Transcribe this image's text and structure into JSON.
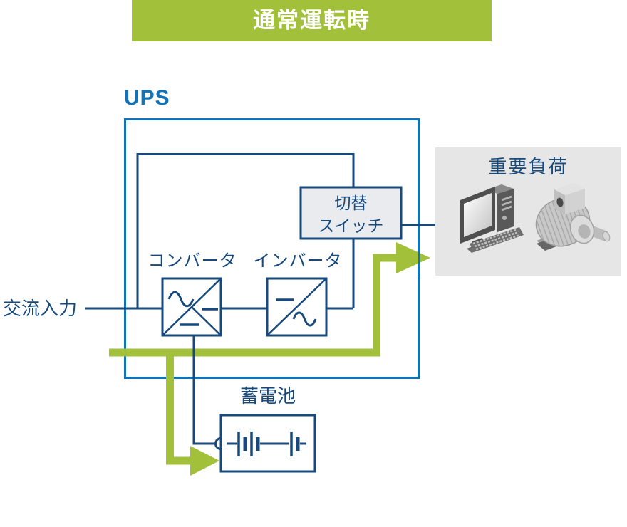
{
  "title_banner": {
    "label": "通常運転時"
  },
  "ups": {
    "label": "UPS"
  },
  "input": {
    "label": "交流入力"
  },
  "converter": {
    "label": "コンバータ"
  },
  "inverter": {
    "label": "インバータ"
  },
  "transfer_switch": {
    "line1": "切替",
    "line2": "スイッチ"
  },
  "battery": {
    "label": "蓄電池"
  },
  "load": {
    "label": "重要負荷",
    "icons": [
      "computer-icon",
      "motor-icon"
    ]
  },
  "colors": {
    "accent_green": "#a2c03a",
    "ups_border_blue": "#1272b8",
    "line_navy": "#17497d",
    "switch_box_fill": "#e9ebee",
    "load_panel_fill": "#e6e6e6"
  }
}
